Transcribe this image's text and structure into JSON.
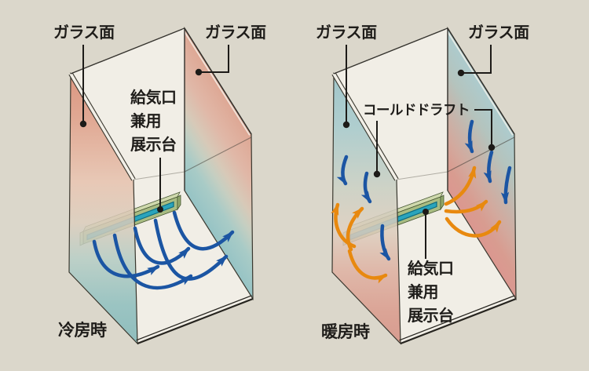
{
  "colors": {
    "background": "#dbd7cb",
    "interior": "#f1eee6",
    "outline": "#35332e",
    "arrow_blue": "#1b55a3",
    "arrow_orange": "#e8890f",
    "bar_frame_green": "#a8bc82",
    "bar_top_green": "#cfd9ad",
    "bar_slot_teal": "#2aa4bc",
    "warm_glass": "#d88a72",
    "cool_glass": "#7db4b5",
    "text": "#1f1d1a"
  },
  "figures": {
    "cooling": {
      "caption": "冷房時",
      "labels": {
        "glass_left": "ガラス面",
        "glass_right": "ガラス面",
        "supply_lines": [
          "給気口",
          "兼用",
          "展示台"
        ]
      }
    },
    "heating": {
      "caption": "暖房時",
      "labels": {
        "glass_left": "ガラス面",
        "glass_right": "ガラス面",
        "cold_draft": "コールドドラフト",
        "supply_lines": [
          "給気口",
          "兼用",
          "展示台"
        ]
      }
    }
  }
}
